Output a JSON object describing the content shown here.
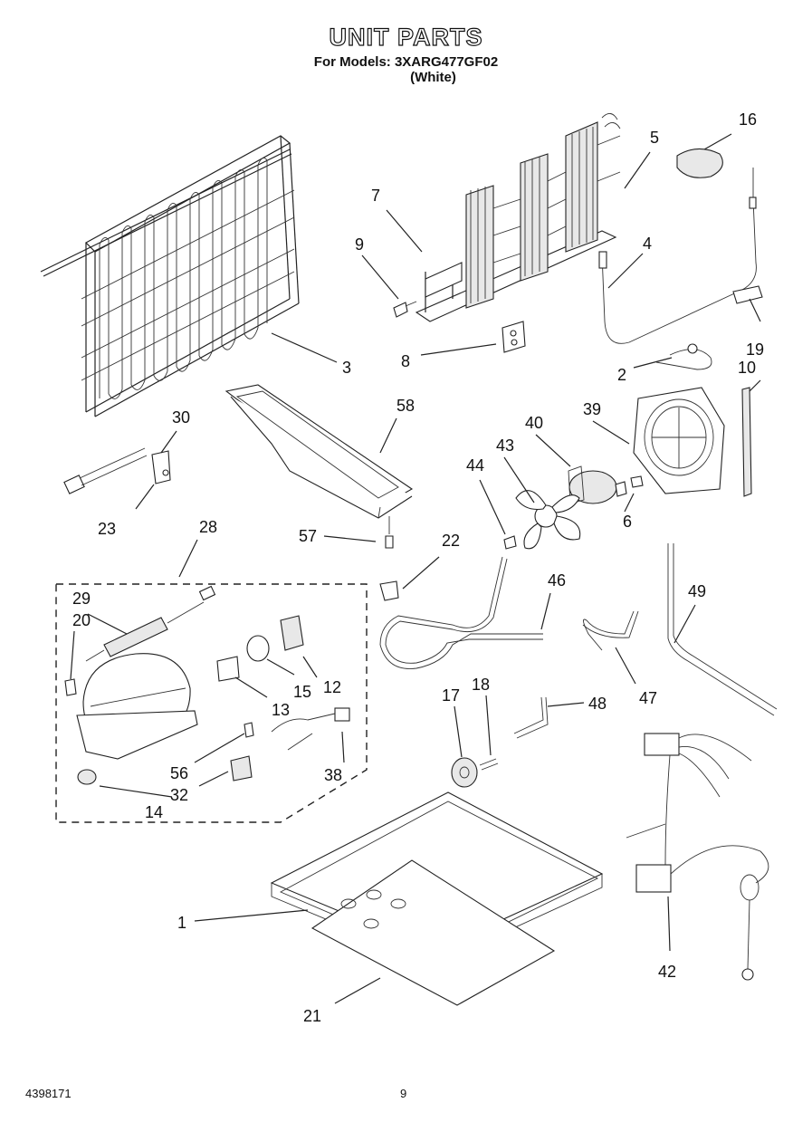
{
  "header": {
    "title": "UNIT PARTS",
    "models_line": "For Models: 3XARG477GF02",
    "color_line": "(White)"
  },
  "footer": {
    "doc_number": "4398171",
    "page_number": "9"
  },
  "callouts": {
    "c1": "1",
    "c2": "2",
    "c3": "3",
    "c4": "4",
    "c5": "5",
    "c6": "6",
    "c7": "7",
    "c8": "8",
    "c9": "9",
    "c10": "10",
    "c12": "12",
    "c13": "13",
    "c14": "14",
    "c15": "15",
    "c16": "16",
    "c17": "17",
    "c18": "18",
    "c19": "19",
    "c20": "20",
    "c21": "21",
    "c22": "22",
    "c23": "23",
    "c28": "28",
    "c29": "29",
    "c30": "30",
    "c32": "32",
    "c38": "38",
    "c39": "39",
    "c40": "40",
    "c42": "42",
    "c43": "43",
    "c44": "44",
    "c46": "46",
    "c47": "47",
    "c48": "48",
    "c49": "49",
    "c56": "56",
    "c57": "57",
    "c58": "58"
  }
}
